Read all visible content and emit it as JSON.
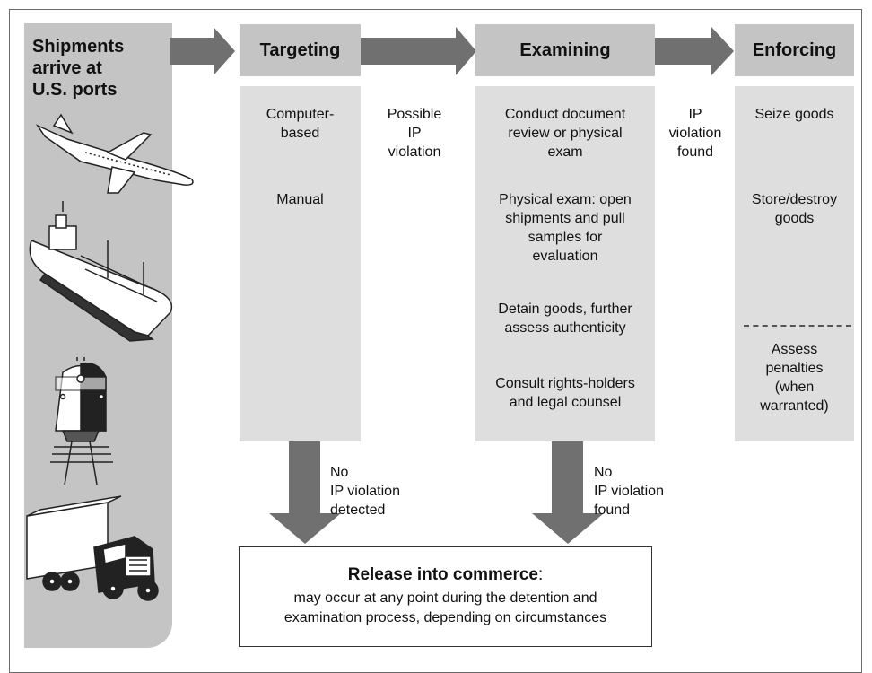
{
  "colors": {
    "stage": "#c4c4c4",
    "panel": "#dedede",
    "arrow": "#707070"
  },
  "sidebar": {
    "title_lines": [
      "Shipments",
      "arrive at",
      "U.S. ports"
    ],
    "icons": [
      "airplane-icon",
      "cargo-ship-icon",
      "train-icon",
      "truck-icon"
    ]
  },
  "stages": {
    "targeting": {
      "title": "Targeting",
      "items": [
        [
          "Computer-",
          "based"
        ],
        [
          "Manual"
        ]
      ]
    },
    "examining": {
      "title": "Examining",
      "items": [
        [
          "Conduct document",
          "review or physical",
          "exam"
        ],
        [
          "Physical exam: open",
          "shipments and pull",
          "samples for",
          "evaluation"
        ],
        [
          "Detain goods, further",
          "assess authenticity"
        ],
        [
          "Consult rights-holders",
          "and legal counsel"
        ]
      ]
    },
    "enforcing": {
      "title": "Enforcing",
      "items": [
        [
          "Seize goods"
        ],
        [
          "Store/destroy",
          "goods"
        ],
        [
          "Assess",
          "penalties",
          "(when",
          "warranted)"
        ]
      ]
    }
  },
  "connectors": {
    "possible_violation": [
      "Possible",
      "IP",
      "violation"
    ],
    "violation_found": [
      "IP",
      "violation",
      "found"
    ]
  },
  "down_notes": {
    "targeting": [
      "No",
      "IP violation",
      "detected"
    ],
    "examining": [
      "No",
      "IP violation",
      "found"
    ]
  },
  "release": {
    "title": "Release into commerce",
    "title_suffix": ":",
    "desc_lines": [
      "may occur at any point during the detention and",
      "examination process, depending on circumstances"
    ]
  }
}
